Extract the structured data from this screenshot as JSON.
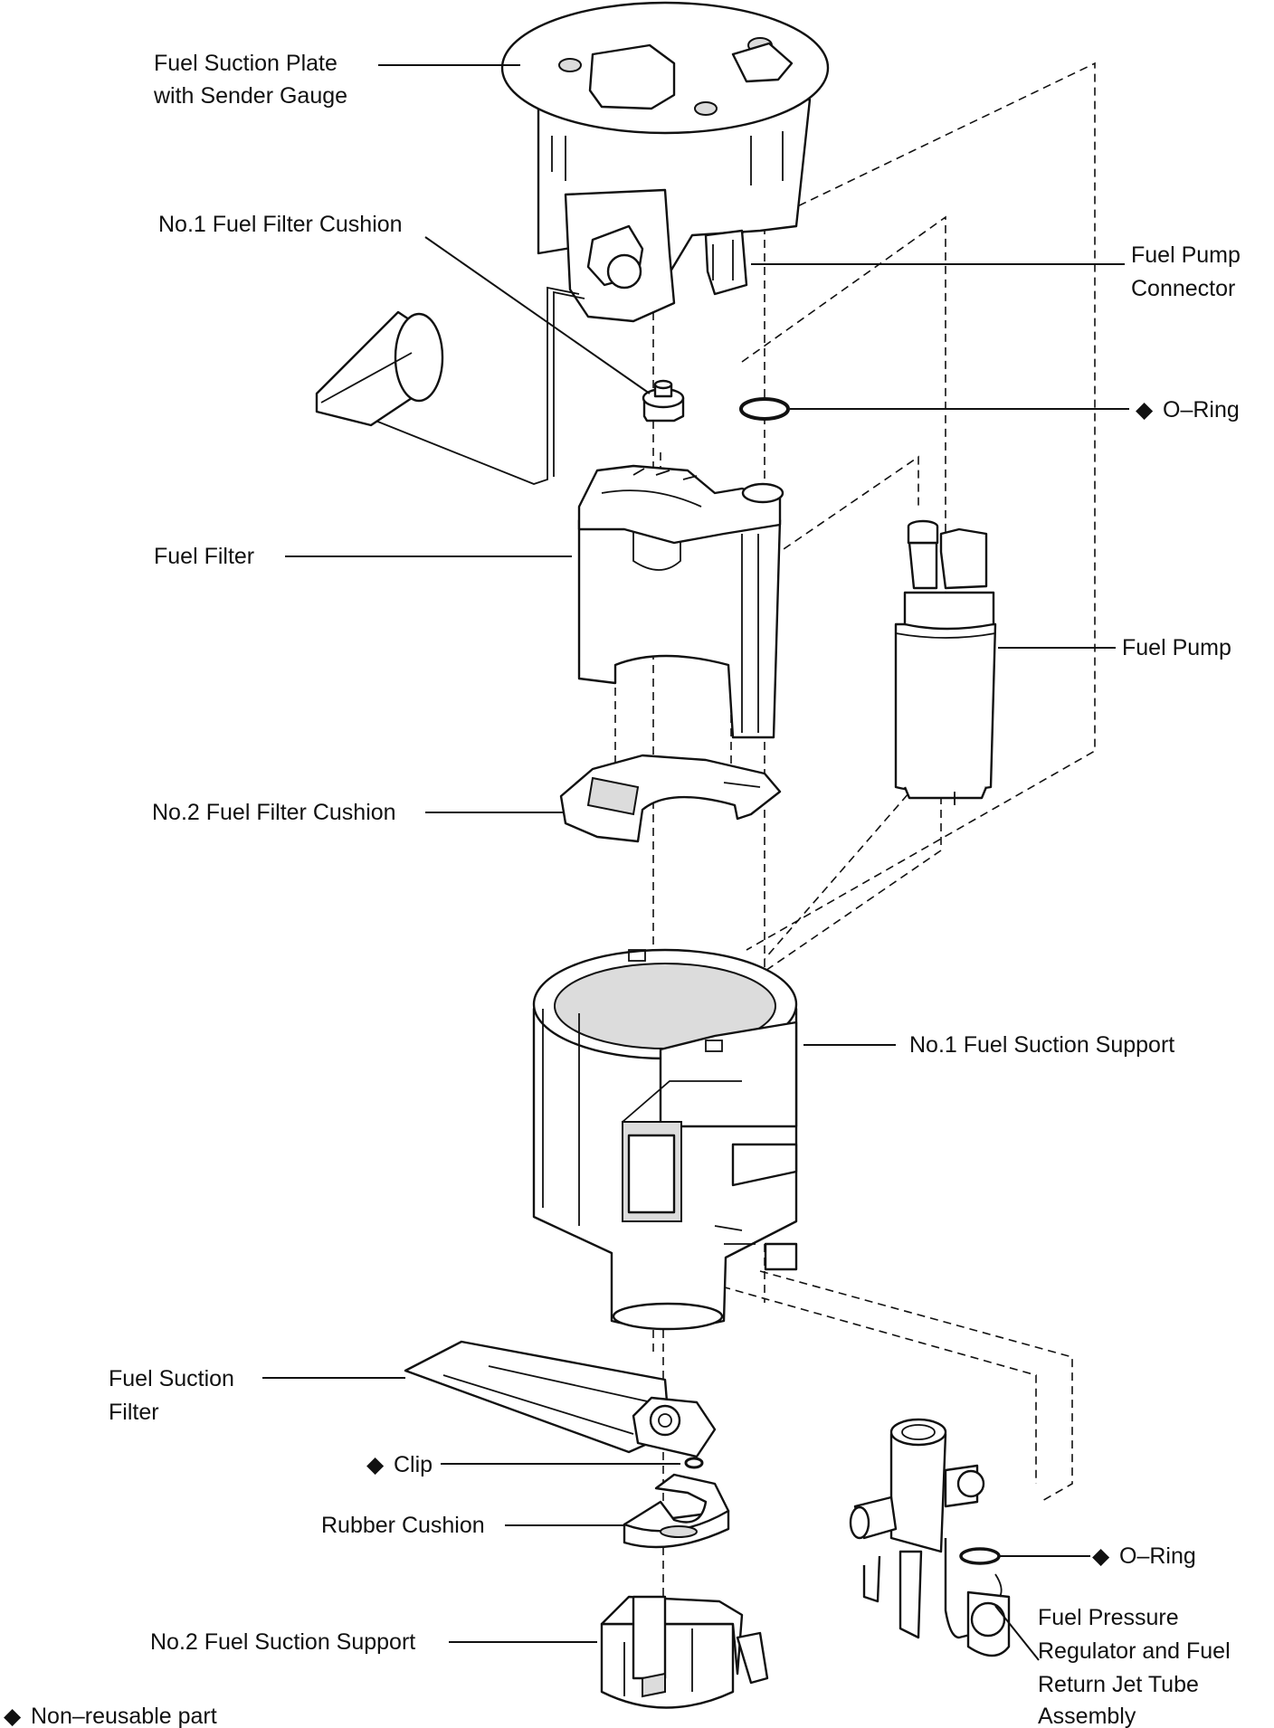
{
  "labels": {
    "fuel_suction_plate": [
      "Fuel Suction Plate",
      "with Sender Gauge"
    ],
    "no1_fuel_filter_cushion": "No.1 Fuel Filter Cushion",
    "fuel_pump_connector": [
      "Fuel Pump",
      "Connector"
    ],
    "o_ring_top": "O–Ring",
    "fuel_filter": "Fuel Filter",
    "fuel_pump": "Fuel Pump",
    "no2_fuel_filter_cushion": "No.2 Fuel Filter Cushion",
    "no1_fuel_suction_support": "No.1 Fuel Suction Support",
    "fuel_suction_filter": [
      "Fuel Suction",
      "Filter"
    ],
    "clip": "Clip",
    "rubber_cushion": "Rubber Cushion",
    "o_ring_bottom": "O–Ring",
    "no2_fuel_suction_support": "No.2 Fuel Suction Support",
    "fuel_pressure_regulator": [
      "Fuel Pressure",
      "Regulator and Fuel",
      "Return Jet Tube",
      "Assembly"
    ],
    "legend": "Non–reusable part"
  },
  "marker_symbol": "◆",
  "colors": {
    "ink": "#111111",
    "paper": "#ffffff",
    "shade": "#dcdcdc"
  }
}
